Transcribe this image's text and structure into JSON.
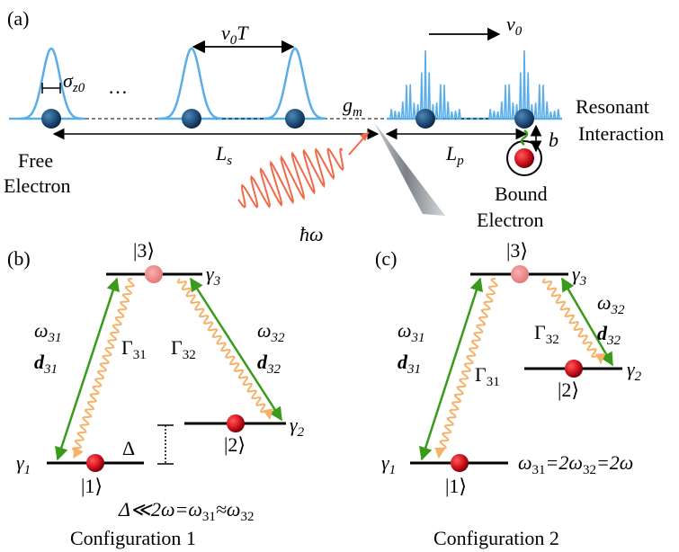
{
  "panel_a": {
    "label": "(a)",
    "sigma_main": "σ",
    "sigma_sub": "z0",
    "ellipsis": "…",
    "spacing_v": "v",
    "spacing_sub": "0",
    "spacing_T": "T",
    "velocity_v": "v",
    "velocity_sub": "0",
    "gm_main": "g",
    "gm_sub": "m",
    "Ls_main": "L",
    "Ls_sub": "s",
    "Lp_main": "L",
    "Lp_sub": "p",
    "b": "b",
    "free_line1": "Free",
    "free_line2": "Electron",
    "resonant_line1": "Resonant",
    "resonant_line2": "Interaction",
    "bound_line1": "Bound",
    "bound_line2": "Electron",
    "photon": "ħω"
  },
  "panel_b": {
    "label": "(b)",
    "ket3": "|3⟩",
    "ket2": "|2⟩",
    "ket1": "|1⟩",
    "gamma3": "γ",
    "gamma3_sub": "3",
    "gamma2": "γ",
    "gamma2_sub": "2",
    "gamma1": "γ",
    "gamma1_sub": "1",
    "omega31": "ω",
    "omega31_sub": "31",
    "d31": "d",
    "d31_sub": "31",
    "omega32": "ω",
    "omega32_sub": "32",
    "d32": "d",
    "d32_sub": "32",
    "Gamma31": "Γ",
    "Gamma31_sub": "31",
    "Gamma32": "Γ",
    "Gamma32_sub": "32",
    "delta": "Δ",
    "condition": "Δ≪2ω=ω",
    "condition_sub1": "31",
    "condition_mid": "≈ω",
    "condition_sub2": "32",
    "caption": "Configuration 1"
  },
  "panel_c": {
    "label": "(c)",
    "ket3": "|3⟩",
    "ket2": "|2⟩",
    "ket1": "|1⟩",
    "gamma3": "γ",
    "gamma3_sub": "3",
    "gamma2": "γ",
    "gamma2_sub": "2",
    "gamma1": "γ",
    "gamma1_sub": "1",
    "omega31": "ω",
    "omega31_sub": "31",
    "d31": "d",
    "d31_sub": "31",
    "omega32": "ω",
    "omega32_sub": "32",
    "d32": "d",
    "d32_sub": "32",
    "Gamma31": "Γ",
    "Gamma31_sub": "31",
    "Gamma32": "Γ",
    "Gamma32_sub": "32",
    "condition_a": "ω",
    "condition_sub1": "31",
    "condition_b": "=2ω",
    "condition_sub2": "32",
    "condition_c": "=2ω",
    "caption": "Configuration 2"
  },
  "colors": {
    "pulse": "#5aaee8",
    "electron_blue": "#1f4e79",
    "electron_red": "#d0101a",
    "transition_green": "#3a9a1a",
    "decay_orange": "#f5b26b",
    "photon_red": "#f06a4a",
    "tip_gray": "#8a8e94"
  }
}
